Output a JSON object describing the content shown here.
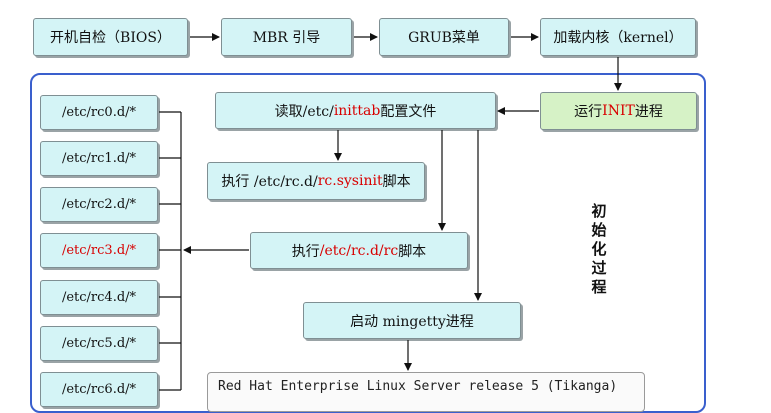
{
  "top_row": [
    {
      "id": "bios",
      "text": "开机自检（BIOS）"
    },
    {
      "id": "mbr",
      "text": "MBR 引导"
    },
    {
      "id": "grub",
      "text": "GRUB菜单"
    },
    {
      "id": "kernel",
      "text": "加载内核（kernel）"
    }
  ],
  "init_box": {
    "prefix": "运行 ",
    "highlight": "INIT",
    "suffix": " 进程"
  },
  "inittab_box": {
    "prefix": "读取/etc/",
    "highlight": "inittab",
    "suffix": "配置文件"
  },
  "sysinit_box": {
    "prefix": "执行 /etc/rc.d/",
    "highlight": "rc.sysinit",
    "suffix": " 脚本"
  },
  "rc_box": {
    "prefix": "执行",
    "highlight": "/etc/rc.d/rc",
    "suffix": "脚本"
  },
  "mingetty_box": {
    "text": "启动 mingetty进程"
  },
  "vertical_label": "初始化过程",
  "rc_dirs": [
    {
      "label": "/etc/rc0.d/*",
      "highlight": false
    },
    {
      "label": "/etc/rc1.d/*",
      "highlight": false
    },
    {
      "label": "/etc/rc2.d/*",
      "highlight": false
    },
    {
      "label": "/etc/rc3.d/*",
      "highlight": true
    },
    {
      "label": "/etc/rc4.d/*",
      "highlight": false
    },
    {
      "label": "/etc/rc5.d/*",
      "highlight": false
    },
    {
      "label": "/etc/rc6.d/*",
      "highlight": false
    }
  ],
  "console": {
    "line1": "Red Hat Enterprise Linux Server release 5 (Tikanga)"
  },
  "colors": {
    "box_fill": "#d4f4f6",
    "init_fill": "#d6f2c6",
    "highlight_text": "#d80000",
    "frame_border": "#3a5fcd"
  }
}
